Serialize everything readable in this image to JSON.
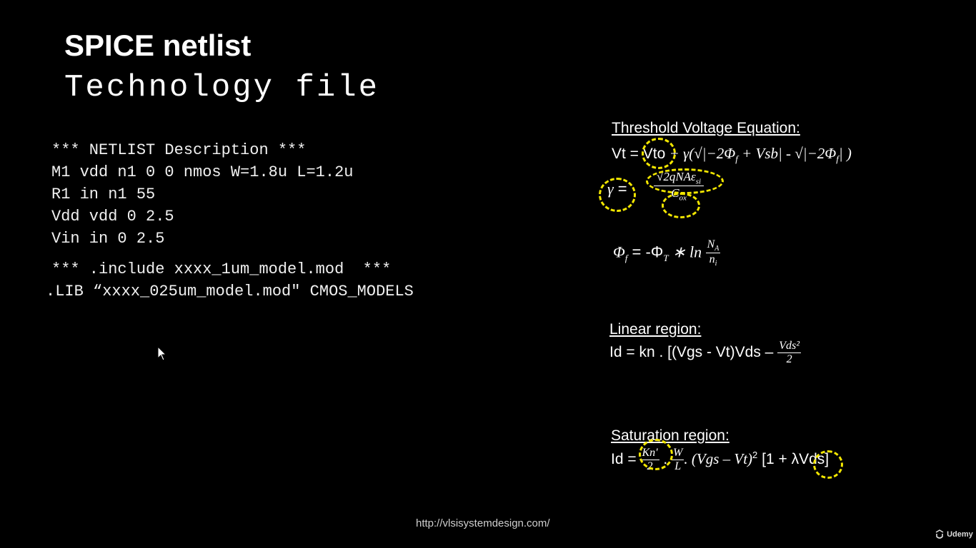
{
  "slide": {
    "title": "SPICE netlist",
    "subtitle": "Technology file"
  },
  "netlist": {
    "lines": [
      "*** NETLIST Description ***",
      "M1 vdd n1 0 0 nmos W=1.8u L=1.2u",
      "R1 in n1 55",
      "Vdd vdd 0 2.5",
      "Vin in 0 2.5",
      "*** .include xxxx_1um_model.mod  ***",
      ".LIB “xxxx_025um_model.mod\" CMOS_MODELS"
    ]
  },
  "equations": {
    "threshold": {
      "heading": "Threshold Voltage Equation:",
      "vt_prefix": "Vt = ",
      "vto": "Vto",
      "vt_rest": " + γ(√|−2Φ",
      "vt_sub_f1": "f",
      "vt_mid": " + Vsb| - √|−2Φ",
      "vt_sub_f2": "f",
      "vt_end": "| )",
      "gamma": "γ",
      "gamma_eq": " = ",
      "gamma_num": "√2qNAε",
      "gamma_num_sub": "si",
      "gamma_den": "C",
      "gamma_den_sub": "ox",
      "phi_lhs": "Φ",
      "phi_lhs_sub": "f",
      "phi_mid": " = -Φ",
      "phi_mid_sub": "T",
      "phi_ln": " ∗ ln ",
      "phi_num": "N",
      "phi_num_sub": "A",
      "phi_den": "n",
      "phi_den_sub": "i"
    },
    "linear": {
      "heading": "Linear region:",
      "lhs": "Id = kn . [(Vgs - Vt)Vds – ",
      "num": "Vds²",
      "den": "2"
    },
    "saturation": {
      "heading": "Saturation region:",
      "lhs": "Id = ",
      "k_num": "Kn'",
      "k_den": "2",
      "dot": " . ",
      "w_num": "W",
      "w_den": "L",
      "mid": ". (Vgs – Vt)",
      "sq": "2",
      "bracket": " [1 + ",
      "lambda": "λ",
      "tail": "Vds]"
    }
  },
  "footer": {
    "url": "http://vlsisystemdesign.com/",
    "brand": "Udemy"
  },
  "colors": {
    "background": "#000000",
    "text": "#ffffff",
    "highlight": "#f2e600"
  },
  "icons": {
    "cursor": "mouse-pointer-icon",
    "brand": "udemy-logo-icon"
  }
}
